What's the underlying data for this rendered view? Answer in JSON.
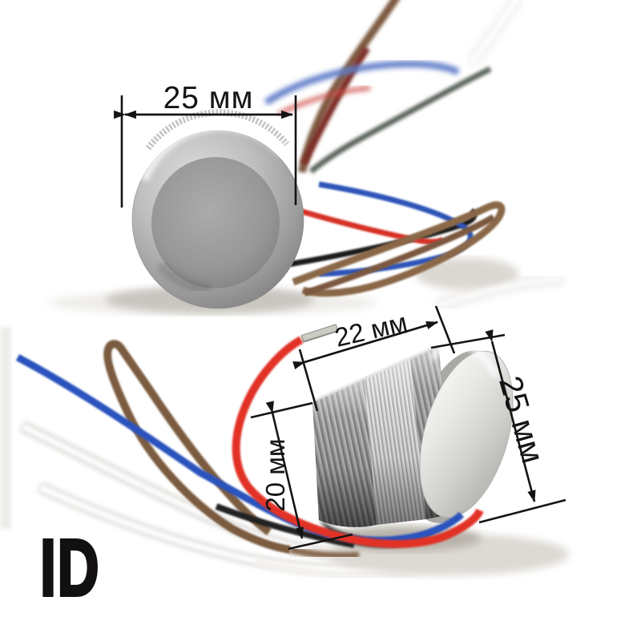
{
  "image": {
    "type": "product-photo",
    "subject": "RFID reader button with colored wire leads, two views with dimensions",
    "views": [
      "front view (top)",
      "side view (bottom)"
    ]
  },
  "annotations": {
    "front_diameter_label": "25 мм",
    "side_length_label": "22 мм",
    "side_thread_label": "20 мм",
    "side_diameter_label": "25 мм",
    "brand_label": "ID"
  },
  "colors": {
    "background": "#ffffff",
    "annotation": "#141414",
    "wire_red": "#e23227",
    "wire_blue": "#2a52bd",
    "wire_brown": "#7b5b3f",
    "wire_black": "#1f1f1f",
    "wire_white": "#fafafa",
    "wire_dark_red": "#7c2f28",
    "wire_gray_green": "#5a635a",
    "metal_silver": "#9b9b9b",
    "device_face": "#e9e8e6"
  }
}
